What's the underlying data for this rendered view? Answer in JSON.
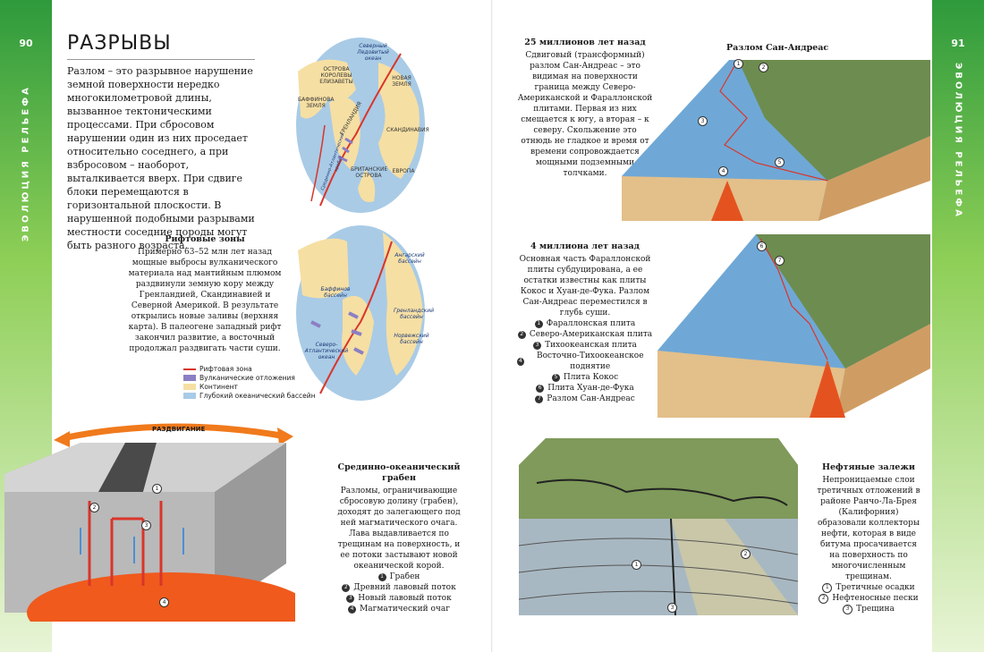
{
  "left_page": {
    "number": "90",
    "side_title": "ЭВОЛЮЦИЯ РЕЛЬЕФА",
    "title": "РАЗРЫВЫ",
    "intro": "Разлом – это разрывное нарушение земной поверхности нередко многокилометровой длины, вызванное тектоническими процессами. При сбросовом нарушении один из них проседает относительно соседнего, а при взбросовом – наоборот, выталкивается вверх. При сдвиге блоки перемещаются в горизонтальной плоскости. В нарушенной подобными разрывами местности соседние породы могут быть разного возраста.",
    "map1_labels": {
      "ocean": "Северный Ледовитый океан",
      "elizabeth": "ОСТРОВА КОРОЛЕВЫ ЕЛИЗАВЕТЫ",
      "novaya": "НОВАЯ ЗЕМЛЯ",
      "baffin": "БАФФИНОВА ЗЕМЛЯ",
      "greenland": "ГРЕНЛАНДИЯ",
      "scandinavia": "СКАНДИНАВИЯ",
      "britain": "БРИТАНСКИЕ ОСТРОВА",
      "europe": "ЕВРОПА",
      "ridge": "Срединно-Атлантический хребет"
    },
    "map2_labels": {
      "angara": "Ангарский бассейн",
      "baffin": "Баффинов бассейн",
      "greenland_b": "Гренландский бассейн",
      "norway": "Норвежский бассейн",
      "atlantic": "Северо-Атлантический океан"
    },
    "rift": {
      "title": "Рифтовые зоны",
      "text": "Примерно 63–52 млн лет назад мощные выбросы вулканического материала над мантийным плюмом раздвинули земную кору между Гренландией, Скандинавией и Северной Америкой. В результате открылись новые заливы (верхняя карта). В палеогене западный рифт закончил развитие, а восточный продолжал раздвигать части суши."
    },
    "legend": [
      {
        "label": "Рифтовая зона",
        "color": "#d9352a"
      },
      {
        "label": "Вулканические отложения",
        "color": "#8b7fc4"
      },
      {
        "label": "Континент",
        "color": "#f6dfa3"
      },
      {
        "label": "Глубокий океанический бассейн",
        "color": "#a9cbe6"
      }
    ],
    "spread_label": "РАЗДВИГАНИЕ",
    "graben": {
      "title": "Срединно-океанический грабен",
      "text": "Разломы, ограничивающие сбросовую долину (грабен), доходят до залегающего под ней магматического очага. Лава выдавливается по трещинам на поверхность, и ее потоки застывают новой океанической корой.",
      "items": [
        "Грабен",
        "Древний лавовый поток",
        "Новый лавовый поток",
        "Магматический очаг"
      ]
    }
  },
  "right_page": {
    "number": "91",
    "side_title": "ЭВОЛЮЦИЯ РЕЛЬЕФА",
    "ma25": {
      "title": "25 миллионов лет назад",
      "text": "Сдвиговый (трансформный) разлом Сан-Андреас – это видимая на поверхности граница между Северо-Американской и Фараллонской плитами. Первая из них смещается к югу, а вторая – к северу. Скольжение это отнюдь не гладкое и время от времени сопровождается мощными подземными толчками."
    },
    "san_andreas_title": "Разлом Сан-Андреас",
    "ma4": {
      "title": "4 миллиона лет назад",
      "text": "Основная часть Фараллонской плиты субдуцирована, а ее остатки известны как плиты Кокос и Хуан-де-Фука. Разлом Сан-Андреас переместился в глубь суши.",
      "items": [
        "Фараллонская плита",
        "Северо-Американская плита",
        "Тихоокеанская плита",
        "Восточно-Тихоокеанское поднятие",
        "Плита Кокос",
        "Плита Хуан-де-Фука",
        "Разлом Сан-Андреас"
      ]
    },
    "oil": {
      "title": "Нефтяные залежи",
      "text": "Непроницаемые слои третичных отложений в районе Ранчо-Ла-Брея (Калифорния) образовали коллекторы нефти, которая в виде битума просачивается на поверхность по многочисленным трещинам.",
      "items": [
        "Третичные осадки",
        "Нефтеносные пески",
        "Трещина"
      ]
    }
  }
}
